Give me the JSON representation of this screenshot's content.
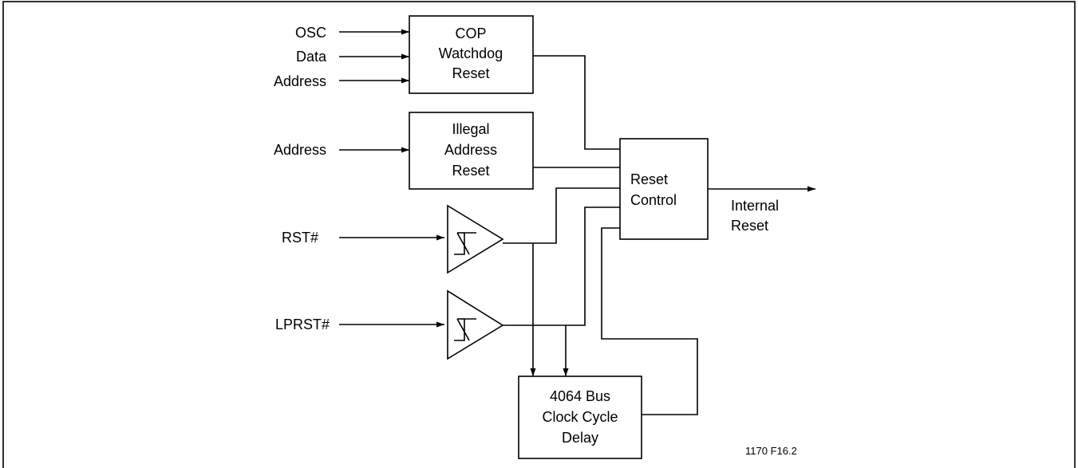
{
  "inputs": {
    "osc": "OSC",
    "data": "Data",
    "address_1": "Address",
    "address_2": "Address",
    "rst": "RST#",
    "lprst": "LPRST#"
  },
  "blocks": {
    "cop": {
      "line1": "COP",
      "line2": "Watchdog",
      "line3": "Reset"
    },
    "illegal": {
      "line1": "Illegal",
      "line2": "Address",
      "line3": "Reset"
    },
    "reset_control": {
      "line1": "Reset",
      "line2": "Control"
    },
    "delay": {
      "line1": "4064 Bus",
      "line2": "Clock Cycle",
      "line3": "Delay"
    }
  },
  "outputs": {
    "internal_reset_line1": "Internal",
    "internal_reset_line2": "Reset"
  },
  "figure_id": "1170 F16.2"
}
